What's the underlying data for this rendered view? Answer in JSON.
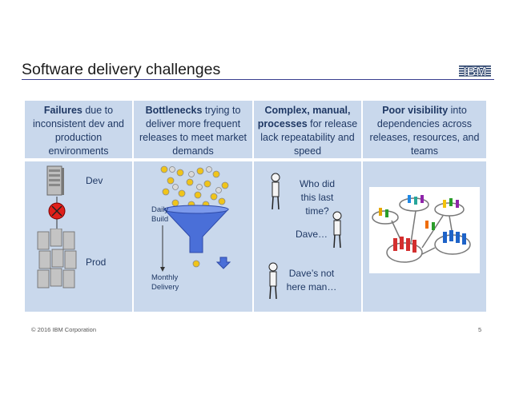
{
  "slide": {
    "title": "Software delivery challenges",
    "logo_text": "IBM",
    "footer": "© 2016 IBM Corporation",
    "page_number": "5"
  },
  "columns": [
    {
      "bold": "Failures",
      "rest": " due to inconsistent dev and production environments"
    },
    {
      "bold": "Bottlenecks",
      "rest": " trying to deliver more frequent releases  to meet market demands"
    },
    {
      "bold": "Complex, manual, processes",
      "rest": " for release lack repeatability and speed"
    },
    {
      "bold": "Poor visibility",
      "rest": " into dependencies  across releases, resources, and teams"
    }
  ],
  "col1": {
    "dev_label": "Dev",
    "prod_label": "Prod"
  },
  "col2": {
    "daily_label": "Daily Build",
    "monthly_label": "Monthly Delivery"
  },
  "col3": {
    "question": "Who did this last time?",
    "answer": "Dave…",
    "reply": "Dave’s not here man…"
  }
}
